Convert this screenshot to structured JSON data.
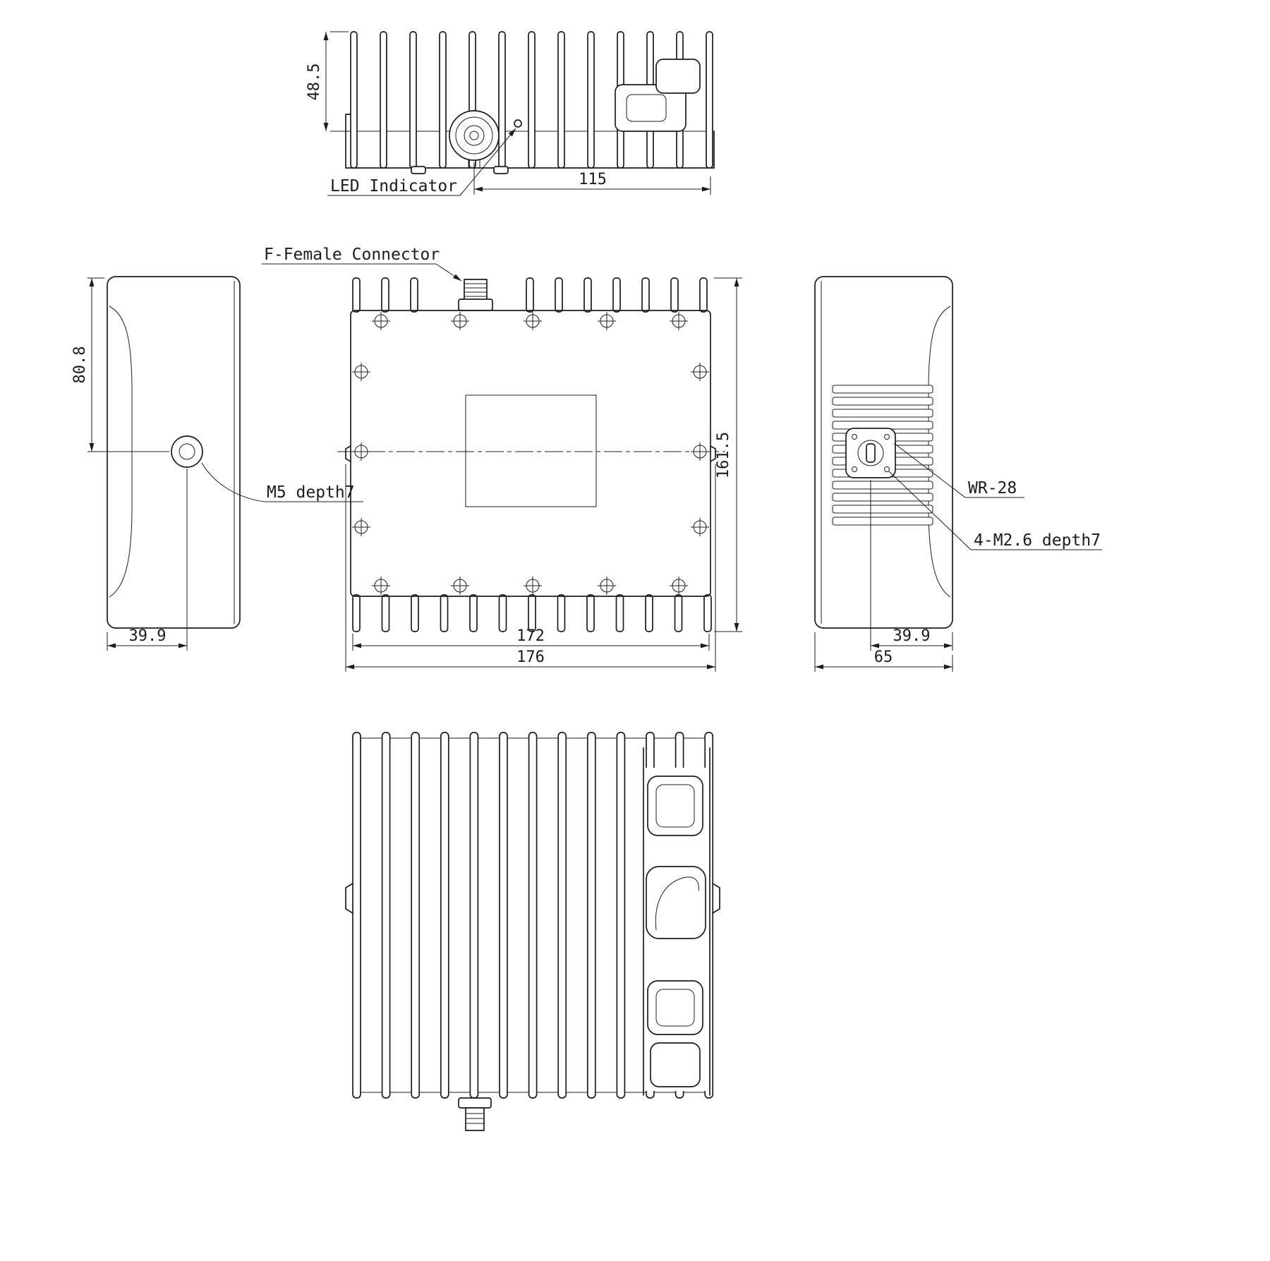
{
  "drawing": {
    "colors": {
      "ink": "#1c1c1c",
      "background": "#ffffff"
    },
    "views": {
      "top": {
        "label_led": "LED Indicator",
        "dim_fin_height": "48.5",
        "dim_connector_to_edge": "115"
      },
      "left": {
        "dim_top_to_hole": "80.8",
        "dim_edge_to_hole": "39.9",
        "label_hole": "M5 depth7"
      },
      "front": {
        "label_connector": "F-Female Connector",
        "dim_overall_height": "161.5",
        "dim_body_width": "172",
        "dim_overall_width": "176"
      },
      "right": {
        "label_waveguide": "WR-28",
        "label_flange_screws": "4-M2.6 depth7",
        "dim_center_to_edge": "39.9",
        "dim_overall_width": "65"
      }
    }
  }
}
